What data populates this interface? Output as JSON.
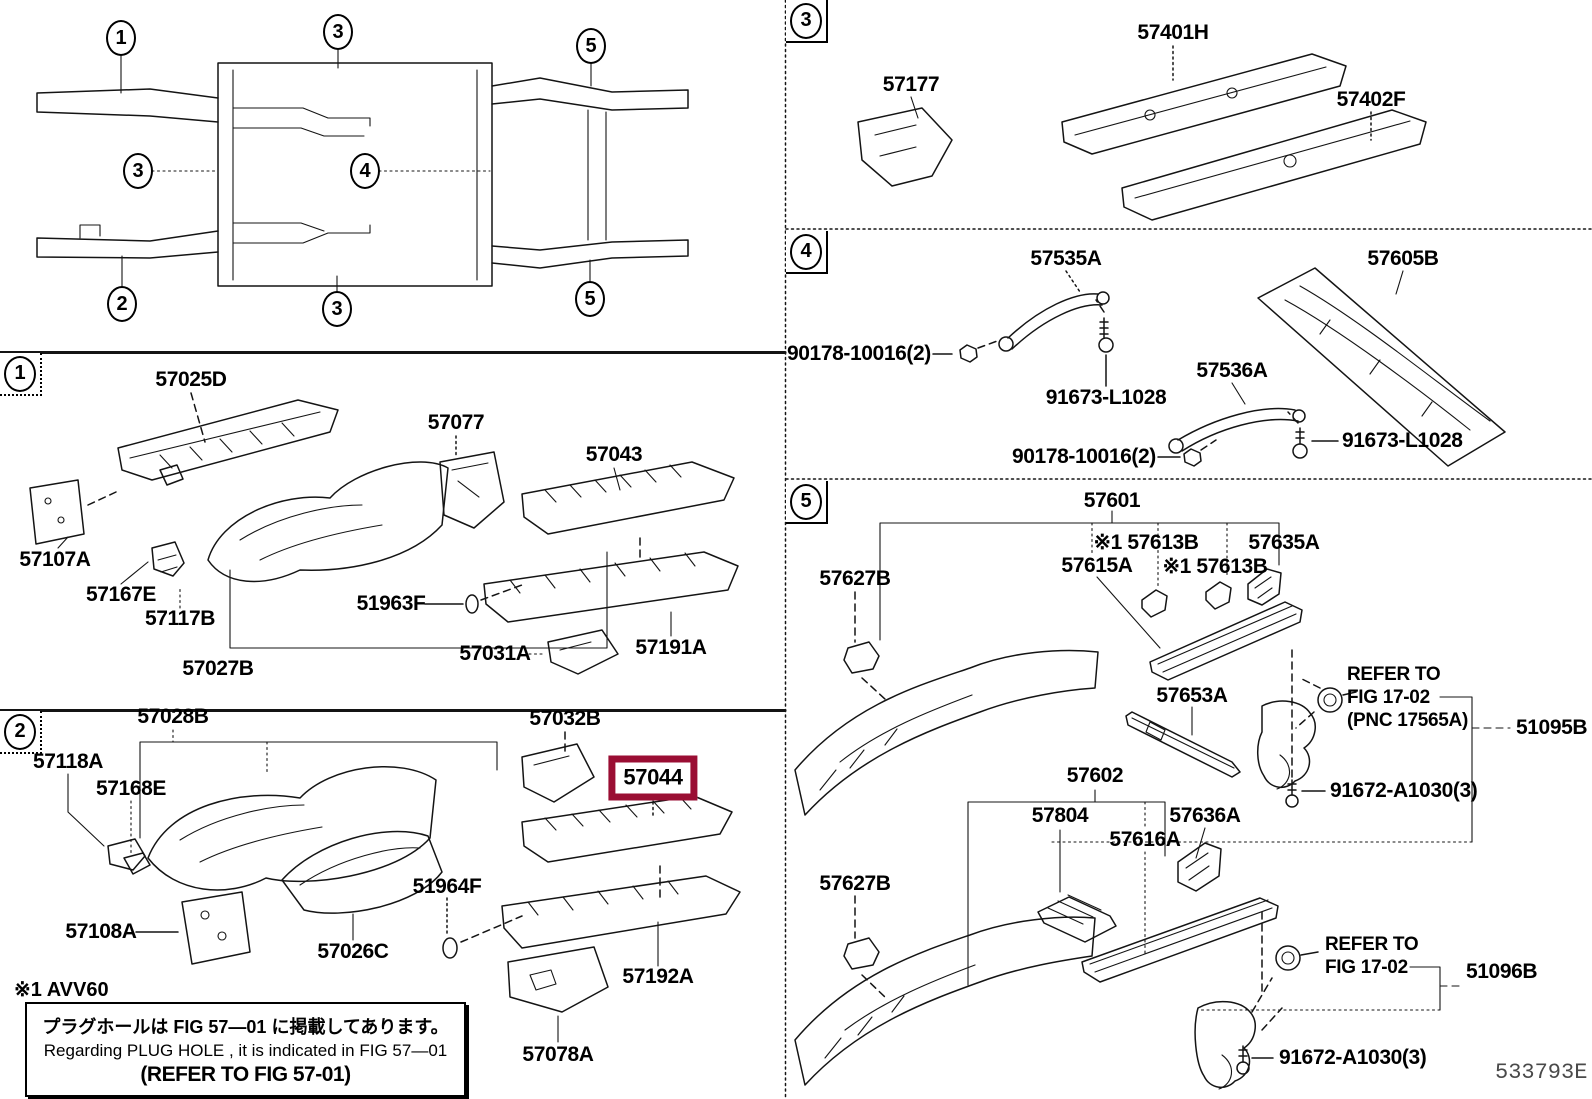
{
  "figure_code": "533793E",
  "highlight": {
    "part": "57044",
    "color": "#9a0e33"
  },
  "overview": {
    "callouts": [
      "1",
      "3",
      "5",
      "3",
      "4",
      "2",
      "3",
      "5"
    ]
  },
  "sections": {
    "s1": {
      "number": "1",
      "labels": [
        "57025D",
        "57077",
        "57043",
        "57107A",
        "57167E",
        "57117B",
        "51963F",
        "57027B",
        "57031A",
        "57191A"
      ]
    },
    "s2": {
      "number": "2",
      "labels": [
        "57028B",
        "57118A",
        "57168E",
        "57032B",
        "57044",
        "57108A",
        "57026C",
        "51964F",
        "57192A",
        "57078A"
      ],
      "variant_note": "※1 AVV60",
      "plug_note": {
        "jp": "プラグホールは FIG  57—01 に掲載してあります。",
        "en": "Regarding  PLUG  HOLE , it is indicated in FIG  57—01",
        "ref": "(REFER TO FIG 57-01)"
      }
    },
    "s3": {
      "number": "3",
      "labels": [
        "57177",
        "57401H",
        "57402F"
      ]
    },
    "s4": {
      "number": "4",
      "labels": [
        "57535A",
        "57605B",
        "90178-10016(2)",
        "91673-L1028",
        "57536A",
        "90178-10016(2)",
        "91673-L1028"
      ]
    },
    "s5": {
      "number": "5",
      "labels": [
        "57601",
        "※1 57613B",
        "57635A",
        "57615A",
        "※1 57613B",
        "57627B",
        "57653A",
        "51095B",
        "91672-A1030(3)",
        "57602",
        "57804",
        "57636A",
        "57616A",
        "57627B",
        "51096B",
        "91672-A1030(3)"
      ],
      "refer_note_1": {
        "line1": "REFER TO",
        "line2": "FIG 17-02",
        "line3": "(PNC 17565A)"
      },
      "refer_note_2": {
        "line1": "REFER TO",
        "line2": "FIG 17-02"
      }
    }
  }
}
